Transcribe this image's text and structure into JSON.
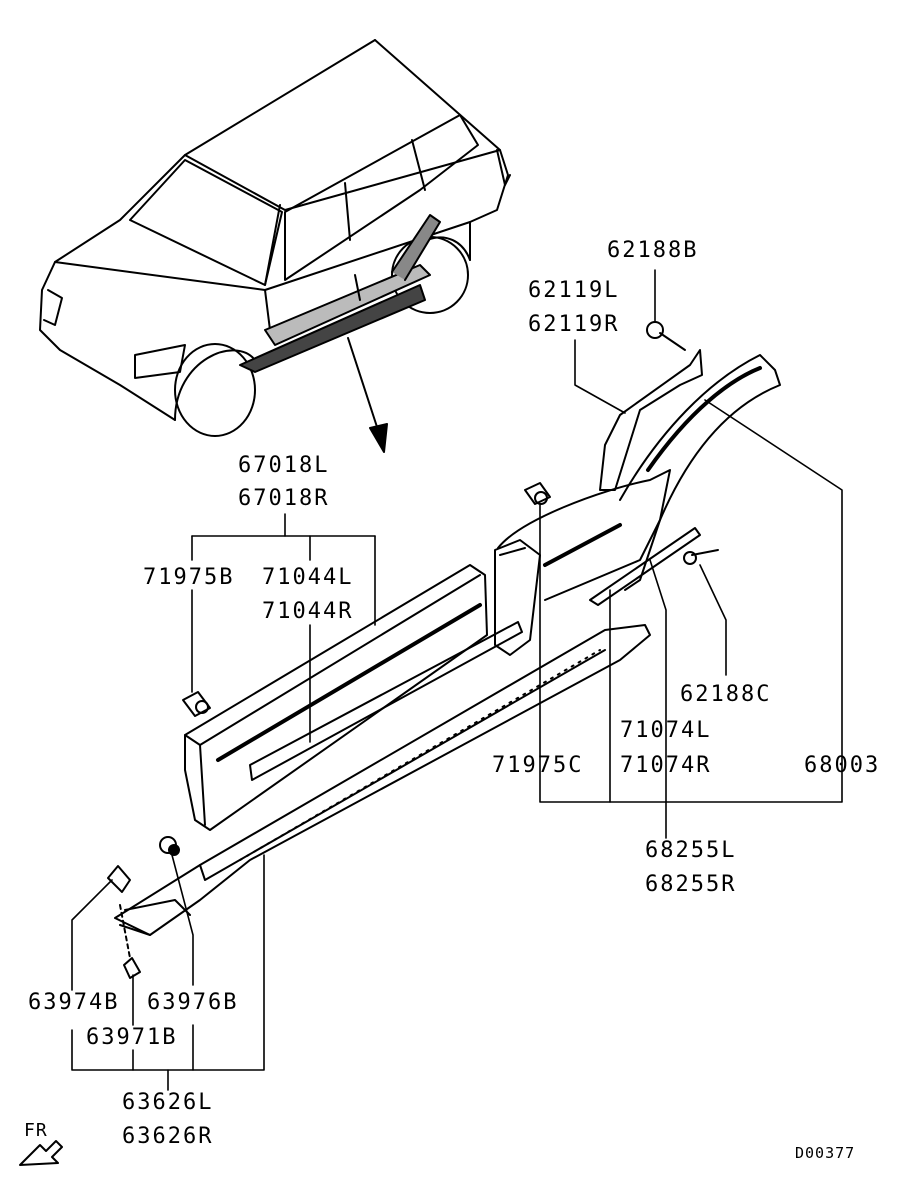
{
  "diagram": {
    "part_numbers": {
      "p62188B": "62188B",
      "p62119L": "62119L",
      "p62119R": "62119R",
      "p67018L": "67018L",
      "p67018R": "67018R",
      "p71975B": "71975B",
      "p71044L": "71044L",
      "p71044R": "71044R",
      "p62188C": "62188C",
      "p71074L": "71074L",
      "p71074R": "71074R",
      "p71975C": "71975C",
      "p68003": "68003",
      "p68255L": "68255L",
      "p68255R": "68255R",
      "p63974B": "63974B",
      "p63976B": "63976B",
      "p63971B": "63971B",
      "p63626L": "63626L",
      "p63626R": "63626R"
    },
    "direction_label": "FR",
    "figure_code": "D00377"
  }
}
